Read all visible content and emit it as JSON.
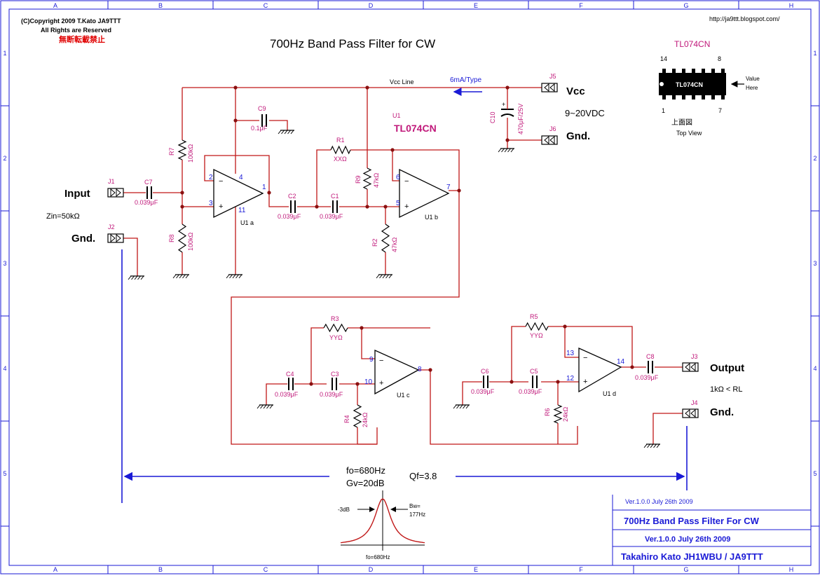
{
  "copyright": {
    "line1": "(C)Copyright 2009 T.Kato JA9TTT",
    "line2": "All Rights are Reserved",
    "line3": "無断転載禁止"
  },
  "url": "http://ja9ttt.blogspot.com/",
  "title": "700Hz Band Pass Filter for CW",
  "grid": {
    "cols": [
      "A",
      "B",
      "C",
      "D",
      "E",
      "F",
      "G",
      "H"
    ],
    "rows": [
      "1",
      "2",
      "3",
      "4",
      "5"
    ]
  },
  "ic": {
    "name": "TL074CN",
    "pin14": "14",
    "pin8": "8",
    "pin1": "1",
    "pin7": "7",
    "chip_label": "TL074CN",
    "value_here": "Value Here",
    "top_view_jp": "上面図",
    "top_view": "Top View",
    "ref": "U1",
    "ref_value": "TL074CN"
  },
  "power": {
    "vcc_line": "Vcc Line",
    "current": "6mA/Type",
    "j5": "J5",
    "vcc": "Vcc",
    "range": "9~20VDC",
    "j6": "J6",
    "gnd": "Gnd.",
    "c10": "C10",
    "c10_value": "470μF/25V",
    "c9": "C9",
    "c9_value": "0.1μF"
  },
  "input": {
    "label": "Input",
    "j1": "J1",
    "c7": "C7",
    "c7_value": "0.039μF",
    "zin": "Zin=50kΩ",
    "j2": "J2",
    "gnd": "Gnd."
  },
  "stage_a": {
    "r7": "R7",
    "r7_value": "100kΩ",
    "r8": "R8",
    "r8_value": "100kΩ",
    "pin2": "2",
    "pin3": "3",
    "pin4": "4",
    "pin11": "11",
    "pin1": "1",
    "name": "U1 a"
  },
  "stage_b": {
    "c2": "C2",
    "c2_value": "0.039μF",
    "c1": "C1",
    "c1_value": "0.039μF",
    "r1": "R1",
    "r1_value": "XXΩ",
    "r9": "R9",
    "r9_value": "47kΩ",
    "r2": "R2",
    "r2_value": "47kΩ",
    "pin6": "6",
    "pin5": "5",
    "pin7": "7",
    "name": "U1 b"
  },
  "stage_c": {
    "r3": "R3",
    "r3_value": "YYΩ",
    "c4": "C4",
    "c4_value": "0.039μF",
    "c3": "C3",
    "c3_value": "0.039μF",
    "r4": "R4",
    "r4_value": "24kΩ",
    "pin9": "9",
    "pin10": "10",
    "pin8": "8",
    "name": "U1 c"
  },
  "stage_d": {
    "r5": "R5",
    "r5_value": "YYΩ",
    "c6": "C6",
    "c6_value": "0.039μF",
    "c5": "C5",
    "c5_value": "0.039μF",
    "r6": "R6",
    "r6_value": "24kΩ",
    "pin13": "13",
    "pin12": "12",
    "pin14": "14",
    "name": "U1 d"
  },
  "output": {
    "c8": "C8",
    "c8_value": "0.039μF",
    "j3": "J3",
    "label": "Output",
    "rl": "1kΩ < RL",
    "j4": "J4",
    "gnd": "Gnd."
  },
  "specs": {
    "fo": "fo=680Hz",
    "gv": "Gv=20dB",
    "qf": "Qf=3.8"
  },
  "response": {
    "minus3db": "-3dB",
    "bw": "Bw=",
    "bw_value": "177Hz",
    "fo": "fo=680Hz"
  },
  "titleblock": {
    "ver_small": "Ver.1.0.0  July 26th  2009",
    "title": "700Hz Band Pass Filter For CW",
    "ver": "Ver.1.0.0 July 26th 2009",
    "author": "Takahiro Kato JH1WBU / JA9TTT"
  },
  "colors": {
    "wire": "#c01818",
    "frame": "#1a1ad6",
    "label": "#c0187a",
    "title_red": "#e00000"
  }
}
